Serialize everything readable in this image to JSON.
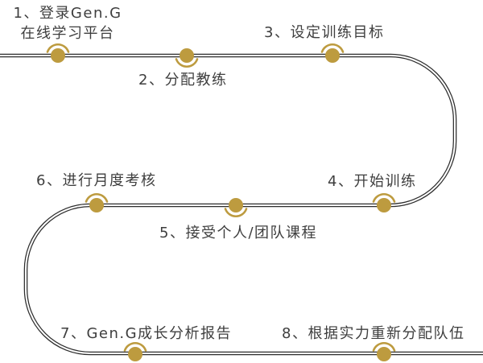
{
  "diagram": {
    "description": "Gen.G training process flow with 8 numbered steps on a winding timeline path"
  },
  "colors": {
    "background": "#ffffff",
    "line": "#2d2d2d",
    "gold": "#bd9b3f",
    "text": "#3e3e3e"
  },
  "steps": [
    {
      "id": "1",
      "label": "1、登录Gen.G\n在线学习平台",
      "label_side": "above"
    },
    {
      "id": "2",
      "label": "2、分配教练",
      "label_side": "below"
    },
    {
      "id": "3",
      "label": "3、设定训练目标",
      "label_side": "above"
    },
    {
      "id": "4",
      "label": "4、开始训练",
      "label_side": "above"
    },
    {
      "id": "5",
      "label": "5、接受个人/团队课程",
      "label_side": "below"
    },
    {
      "id": "6",
      "label": "6、进行月度考核",
      "label_side": "above"
    },
    {
      "id": "7",
      "label": "7、Gen.G成长分析报告",
      "label_side": "above"
    },
    {
      "id": "8",
      "label": "8、根据实力重新分配队伍",
      "label_side": "above"
    }
  ]
}
